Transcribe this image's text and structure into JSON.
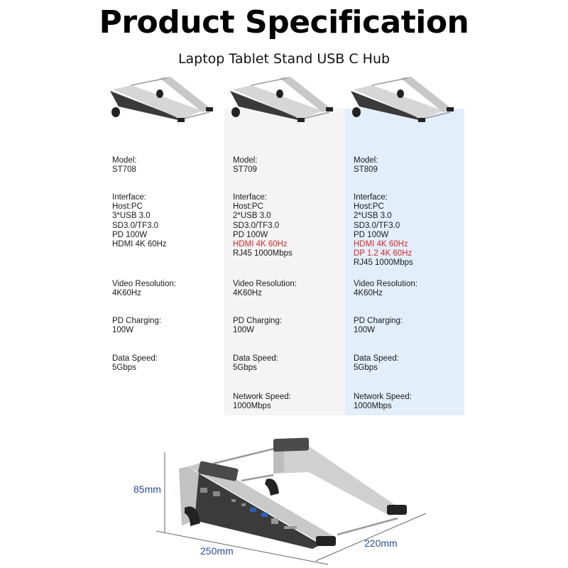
{
  "header": {
    "title": "Product Specification",
    "subtitle": "Laptop Tablet Stand USB C Hub"
  },
  "colors": {
    "highlight_red": "#d42a2a",
    "panel_grey": "#f4f4f4",
    "panel_blue": "#e3eefb",
    "dimension_blue": "#2a4b9b"
  },
  "models": [
    {
      "model_label": "Model:",
      "model": "ST708",
      "interface_label": "Interface:",
      "interface": [
        "Host:PC",
        "3*USB 3.0",
        "SD3.0/TF3.0",
        "PD 100W",
        "HDMI 4K 60Hz"
      ],
      "video_label": "Video Resolution:",
      "video": "4K60Hz",
      "pd_label": "PD Charging:",
      "pd": "100W",
      "data_label": "Data Speed:",
      "data": "5Gbps"
    },
    {
      "model_label": "Model:",
      "model": "ST709",
      "interface_label": "Interface:",
      "interface": [
        "Host:PC",
        "2*USB 3.0",
        "SD3.0/TF3.0",
        "PD 100W",
        "HDMI 4K 60Hz",
        "RJ45 1000Mbps"
      ],
      "video_label": "Video Resolution:",
      "video": "4K60Hz",
      "pd_label": "PD Charging:",
      "pd": "100W",
      "data_label": "Data Speed:",
      "data": "5Gbps",
      "network_label": "Network Speed:",
      "network": "1000Mbps"
    },
    {
      "model_label": "Model:",
      "model": "ST809",
      "interface_label": "Interface:",
      "interface": [
        "Host:PC",
        "2*USB 3.0",
        "SD3.0/TF3.0",
        "PD 100W",
        "HDMI 4K 60Hz",
        "DP 1.2 4K 60Hz",
        "RJ45 1000Mbps"
      ],
      "video_label": "Video Resolution:",
      "video": "4K60Hz",
      "pd_label": "PD Charging:",
      "pd": "100W",
      "data_label": "Data Speed:",
      "data": "5Gbps",
      "network_label": "Network Speed:",
      "network": "1000Mbps"
    }
  ],
  "dimensions": {
    "height": "85mm",
    "width": "250mm",
    "depth": "220mm"
  }
}
